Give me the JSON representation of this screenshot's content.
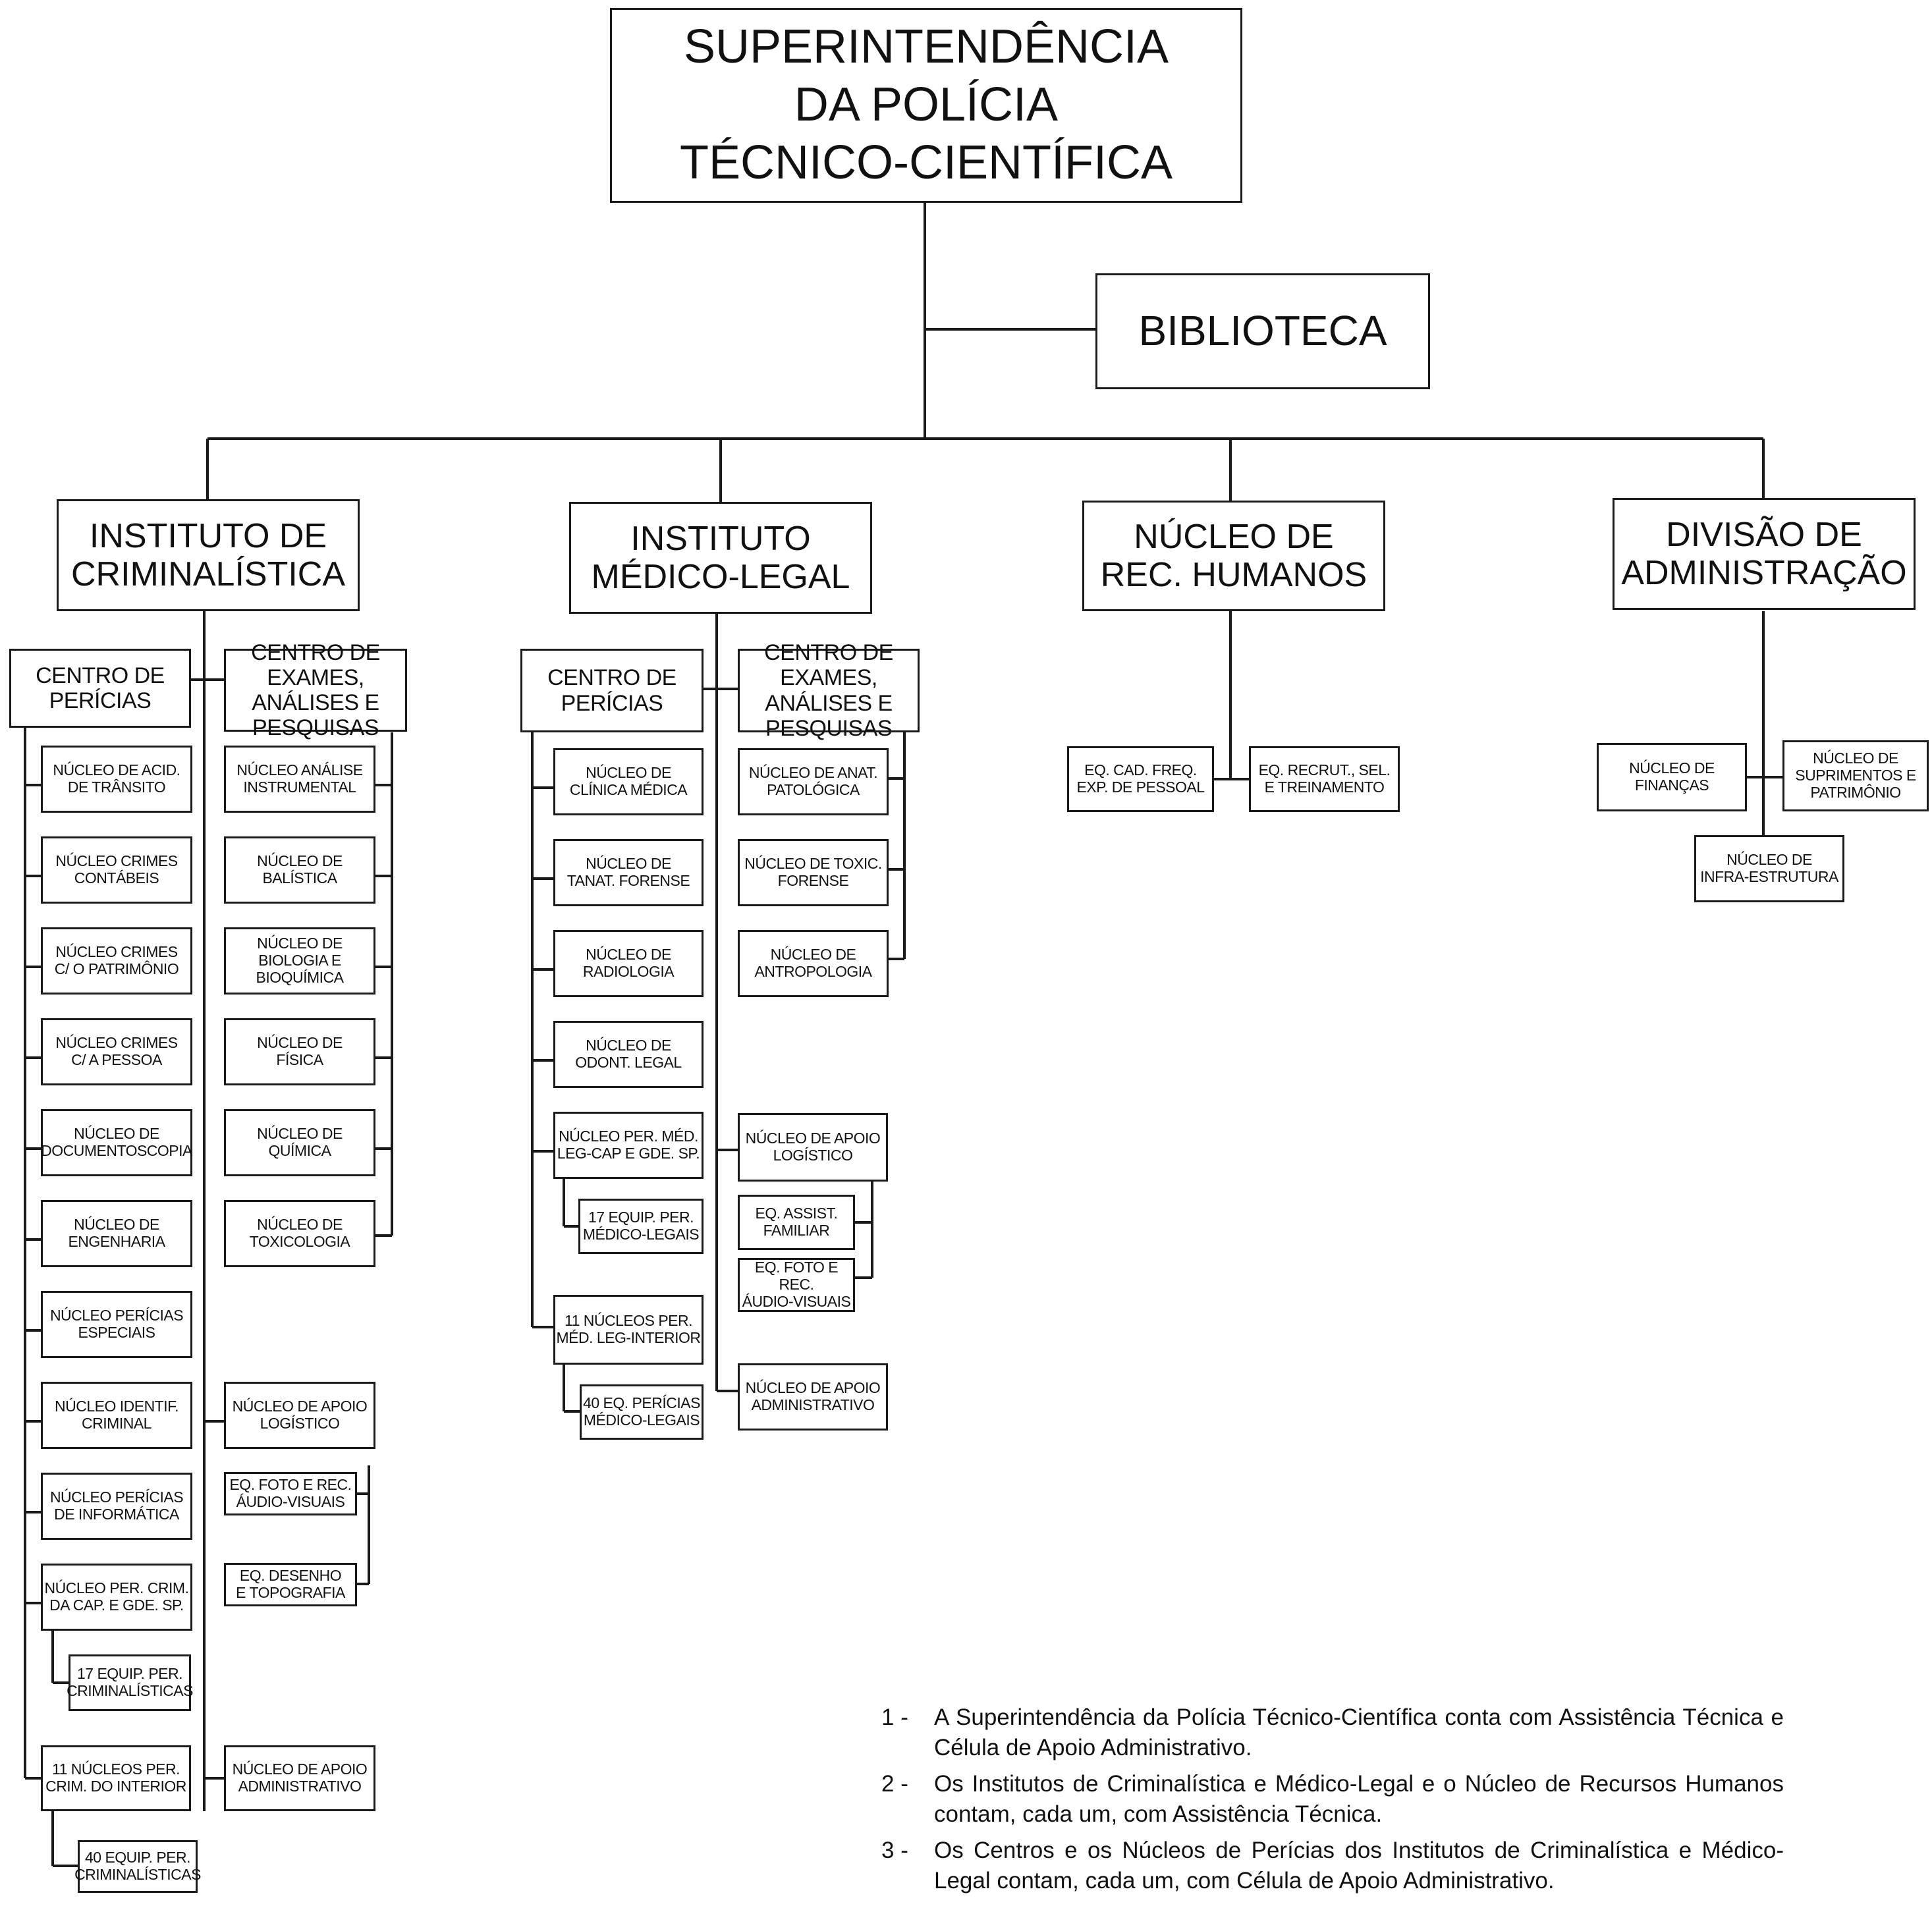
{
  "org": {
    "superintendencia": "SUPERINTENDÊNCIA\nDA POLÍCIA\nTÉCNICO-CIENTÍFICA",
    "biblioteca": "BIBLIOTECA",
    "instituto_criminalistica": {
      "title": "INSTITUTO DE\nCRIMINALÍSTICA",
      "centro_pericias": {
        "title": "CENTRO DE\nPERÍCIAS",
        "nucleos": [
          "NÚCLEO DE ACID.\nDE TRÂNSITO",
          "NÚCLEO CRIMES\nCONTÁBEIS",
          "NÚCLEO CRIMES\nC/ O PATRIMÔNIO",
          "NÚCLEO CRIMES\nC/ A PESSOA",
          "NÚCLEO DE\nDOCUMENTOSCOPIA",
          "NÚCLEO DE\nENGENHARIA",
          "NÚCLEO PERÍCIAS\nESPECIAIS",
          "NÚCLEO IDENTIF.\nCRIMINAL",
          "NÚCLEO PERÍCIAS\nDE INFORMÁTICA",
          "NÚCLEO PER. CRIM.\nDA CAP. E GDE. SP.",
          "11 NÚCLEOS PER.\nCRIM. DO INTERIOR"
        ],
        "equipes_capital": "17 EQUIP. PER.\nCRIMINALÍSTICAS",
        "equipes_interior": "40 EQUIP. PER.\nCRIMINALÍSTICAS"
      },
      "centro_exames": {
        "title": "CENTRO DE EXAMES,\nANÁLISES E\nPESQUISAS",
        "nucleos": [
          "NÚCLEO ANÁLISE\nINSTRUMENTAL",
          "NÚCLEO DE\nBALÍSTICA",
          "NÚCLEO DE\nBIOLOGIA E\nBIOQUÍMICA",
          "NÚCLEO DE\nFÍSICA",
          "NÚCLEO DE\nQUÍMICA",
          "NÚCLEO DE\nTOXICOLOGIA"
        ]
      },
      "apoio_logistico": "NÚCLEO DE APOIO\nLOGÍSTICO",
      "eq_foto": "EQ. FOTO E REC.\nÁUDIO-VISUAIS",
      "eq_desenho": "EQ. DESENHO\nE TOPOGRAFIA",
      "apoio_administrativo": "NÚCLEO DE APOIO\nADMINISTRATIVO"
    },
    "instituto_medico_legal": {
      "title": "INSTITUTO\nMÉDICO-LEGAL",
      "centro_pericias": {
        "title": "CENTRO DE\nPERÍCIAS",
        "nucleos": [
          "NÚCLEO DE\nCLÍNICA MÉDICA",
          "NÚCLEO DE\nTANAT. FORENSE",
          "NÚCLEO DE\nRADIOLOGIA",
          "NÚCLEO DE\nODONT. LEGAL",
          "NÚCLEO PER. MÉD.\nLEG-CAP E GDE. SP.",
          "11 NÚCLEOS PER.\nMÉD. LEG-INTERIOR"
        ],
        "equipes_capital": "17 EQUIP. PER.\nMÉDICO-LEGAIS",
        "equipes_interior": "40 EQ. PERÍCIAS\nMÉDICO-LEGAIS"
      },
      "centro_exames": {
        "title": "CENTRO DE EXAMES,\nANÁLISES E\nPESQUISAS",
        "nucleos": [
          "NÚCLEO DE ANAT.\nPATOLÓGICA",
          "NÚCLEO DE TOXIC.\nFORENSE",
          "NÚCLEO DE\nANTROPOLOGIA"
        ]
      },
      "apoio_logistico": "NÚCLEO DE APOIO\nLOGÍSTICO",
      "eq_assist": "EQ. ASSIST.\nFAMILIAR",
      "eq_foto": "EQ. FOTO E REC.\nÁUDIO-VISUAIS",
      "apoio_administrativo": "NÚCLEO DE APOIO\nADMINISTRATIVO"
    },
    "nucleo_rh": {
      "title": "NÚCLEO DE\nREC. HUMANOS",
      "eq_cad": "EQ. CAD. FREQ.\nEXP. DE PESSOAL",
      "eq_recrut": "EQ. RECRUT., SEL.\nE TREINAMENTO"
    },
    "divisao_administracao": {
      "title": "DIVISÃO DE\nADMINISTRAÇÃO",
      "financas": "NÚCLEO DE\nFINANÇAS",
      "suprimentos": "NÚCLEO DE\nSUPRIMENTOS E\nPATRIMÔNIO",
      "infra": "NÚCLEO DE\nINFRA-ESTRUTURA"
    }
  },
  "notes": [
    {
      "num": "1 -",
      "text": "A Superintendência da Polícia Técnico-Científica conta com Assistência Técnica e Célula de Apoio Administrativo."
    },
    {
      "num": "2 -",
      "text": "Os Institutos de Criminalística e Médico-Legal e o Núcleo de Recursos Humanos contam, cada um, com Assistência Técnica."
    },
    {
      "num": "3 -",
      "text": "Os Centros e os Núcleos de Perícias dos Institutos de Criminalística e Médico-Legal contam, cada um, com Célula de Apoio Administrativo."
    }
  ]
}
